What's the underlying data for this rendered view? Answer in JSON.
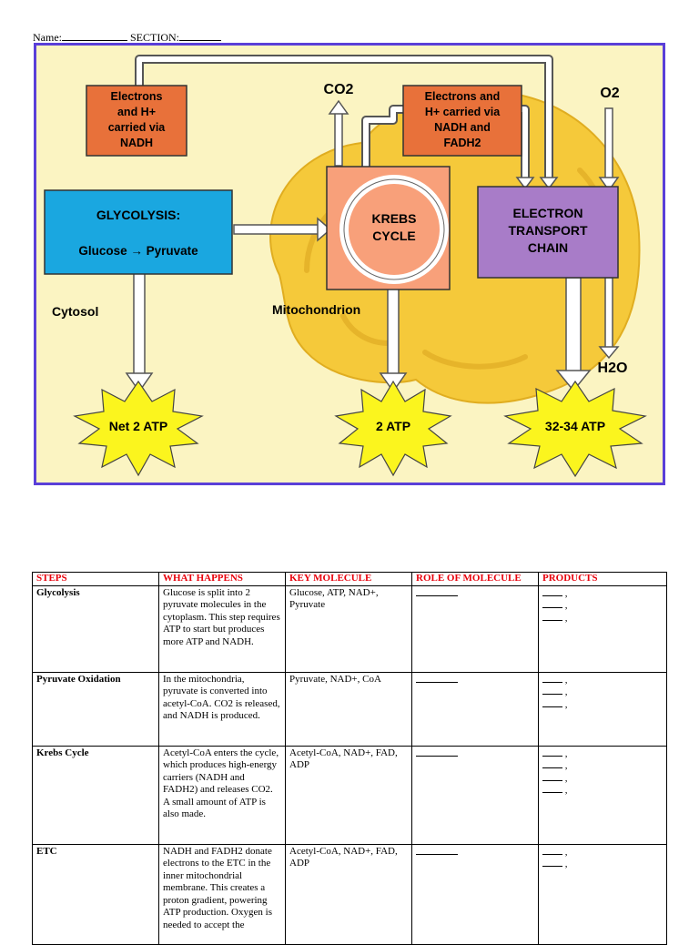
{
  "header": {
    "name_label": "Name:",
    "section_label": "SECTION:"
  },
  "diagram": {
    "electrons_nadh": [
      "Electrons",
      "and H+",
      "carried via",
      "NADH"
    ],
    "electrons_nadh_fadh": [
      "Electrons and",
      "H+ carried via",
      "NADH and",
      "FADH2"
    ],
    "co2": "CO2",
    "o2": "O2",
    "h2o": "H2O",
    "glycolysis_title": "GLYCOLYSIS:",
    "glycolysis_sub": "Glucose → Pyruvate",
    "krebs": [
      "KREBS",
      "CYCLE"
    ],
    "etc": [
      "ELECTRON",
      "TRANSPORT",
      "CHAIN"
    ],
    "cytosol": "Cytosol",
    "mitochondrion": "Mitochondrion",
    "atp1": "Net 2 ATP",
    "atp2": "2 ATP",
    "atp3": "32-34 ATP",
    "colors": {
      "orange": "#e8713a",
      "blue": "#1aa7e0",
      "salmon": "#f8a07a",
      "purple": "#a87cc8",
      "mito": "#f5c93a",
      "background": "#fbf4c2",
      "border": "#5a3fd8",
      "star": "#fbf51e"
    }
  },
  "table": {
    "headers": [
      "STEPS",
      "WHAT HAPPENS",
      "KEY MOLECULE",
      "ROLE OF MOLECULE",
      "PRODUCTS"
    ],
    "rows": [
      {
        "step": "Glycolysis",
        "what": "Glucose is split into 2 pyruvate molecules in the cytoplasm. This step requires ATP to start but produces more ATP and NADH.",
        "key": "Glucose, ATP, NAD+, Pyruvate",
        "products_count": 3
      },
      {
        "step": "Pyruvate Oxidation",
        "what": "In the mitochondria, pyruvate is converted into acetyl-CoA. CO2 is released, and NADH is produced.",
        "key": "Pyruvate, NAD+, CoA",
        "products_count": 3
      },
      {
        "step": "Krebs Cycle",
        "what": "Acetyl-CoA enters the cycle, which produces high-energy carriers (NADH and FADH2) and releases CO2. A small amount of ATP is also made.",
        "key": "Acetyl-CoA, NAD+, FAD, ADP",
        "products_count": 4
      },
      {
        "step": "ETC",
        "what": "NADH and FADH2 donate electrons to the ETC in the inner mitochondrial membrane. This creates a proton gradient, powering ATP production. Oxygen is needed to accept the",
        "key": "Acetyl-CoA, NAD+, FAD, ADP",
        "products_count": 2
      }
    ]
  }
}
